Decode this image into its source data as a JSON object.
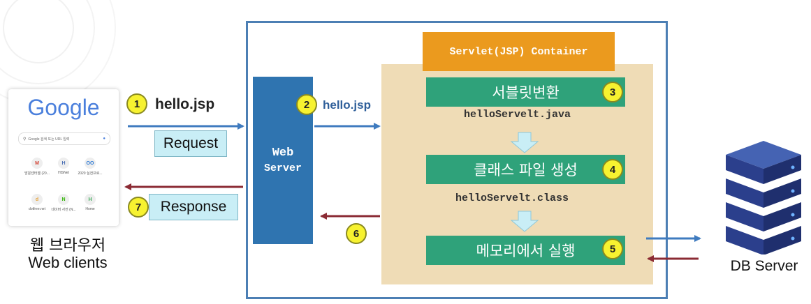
{
  "browser": {
    "logo": "Google",
    "search_placeholder": "Google 검색 또는 URL 입력",
    "apps": [
      {
        "label": "방문센터젤 (20...",
        "icon": "M",
        "color": "#d44638"
      },
      {
        "label": "HiSNet",
        "icon": "H",
        "color": "#4a6fb5"
      },
      {
        "label": "2020 실전프로...",
        "icon": "OO",
        "color": "#2d7ad6"
      },
      {
        "label": "dotfree.net",
        "icon": "d",
        "color": "#e6a23a"
      },
      {
        "label": "네이버 사전 (N...",
        "icon": "N",
        "color": "#2db400"
      },
      {
        "label": "Home",
        "icon": "H",
        "color": "#34a853"
      }
    ],
    "caption_ko": "웹 브라우저",
    "caption_en": "Web clients"
  },
  "flow": {
    "step1_num": "1",
    "step1_file": "hello.jsp",
    "request_label": "Request",
    "step2_num": "2",
    "step2_file": "hello.jsp",
    "step6_num": "6",
    "step7_num": "7",
    "response_label": "Response"
  },
  "web_server": {
    "line1": "Web",
    "line2": "Server"
  },
  "container": {
    "title": "Servlet(JSP) Container",
    "step3_label": "서블릿변환",
    "step3_num": "3",
    "java_file": "helloServelt.java",
    "step4_label": "클래스 파일 생성",
    "step4_num": "4",
    "class_file": "helloServelt.class",
    "step5_label": "메모리에서 실행",
    "step5_num": "5"
  },
  "db": {
    "label": "DB Server"
  },
  "colors": {
    "blue_arrow": "#3f7bbf",
    "red_arrow": "#8b2b34",
    "web_server": "#2f74b0",
    "container_bg": "#efdcb6",
    "container_title": "#eb9a1e",
    "green_step": "#2fa27a",
    "db_icon": "#2b3f8c"
  }
}
